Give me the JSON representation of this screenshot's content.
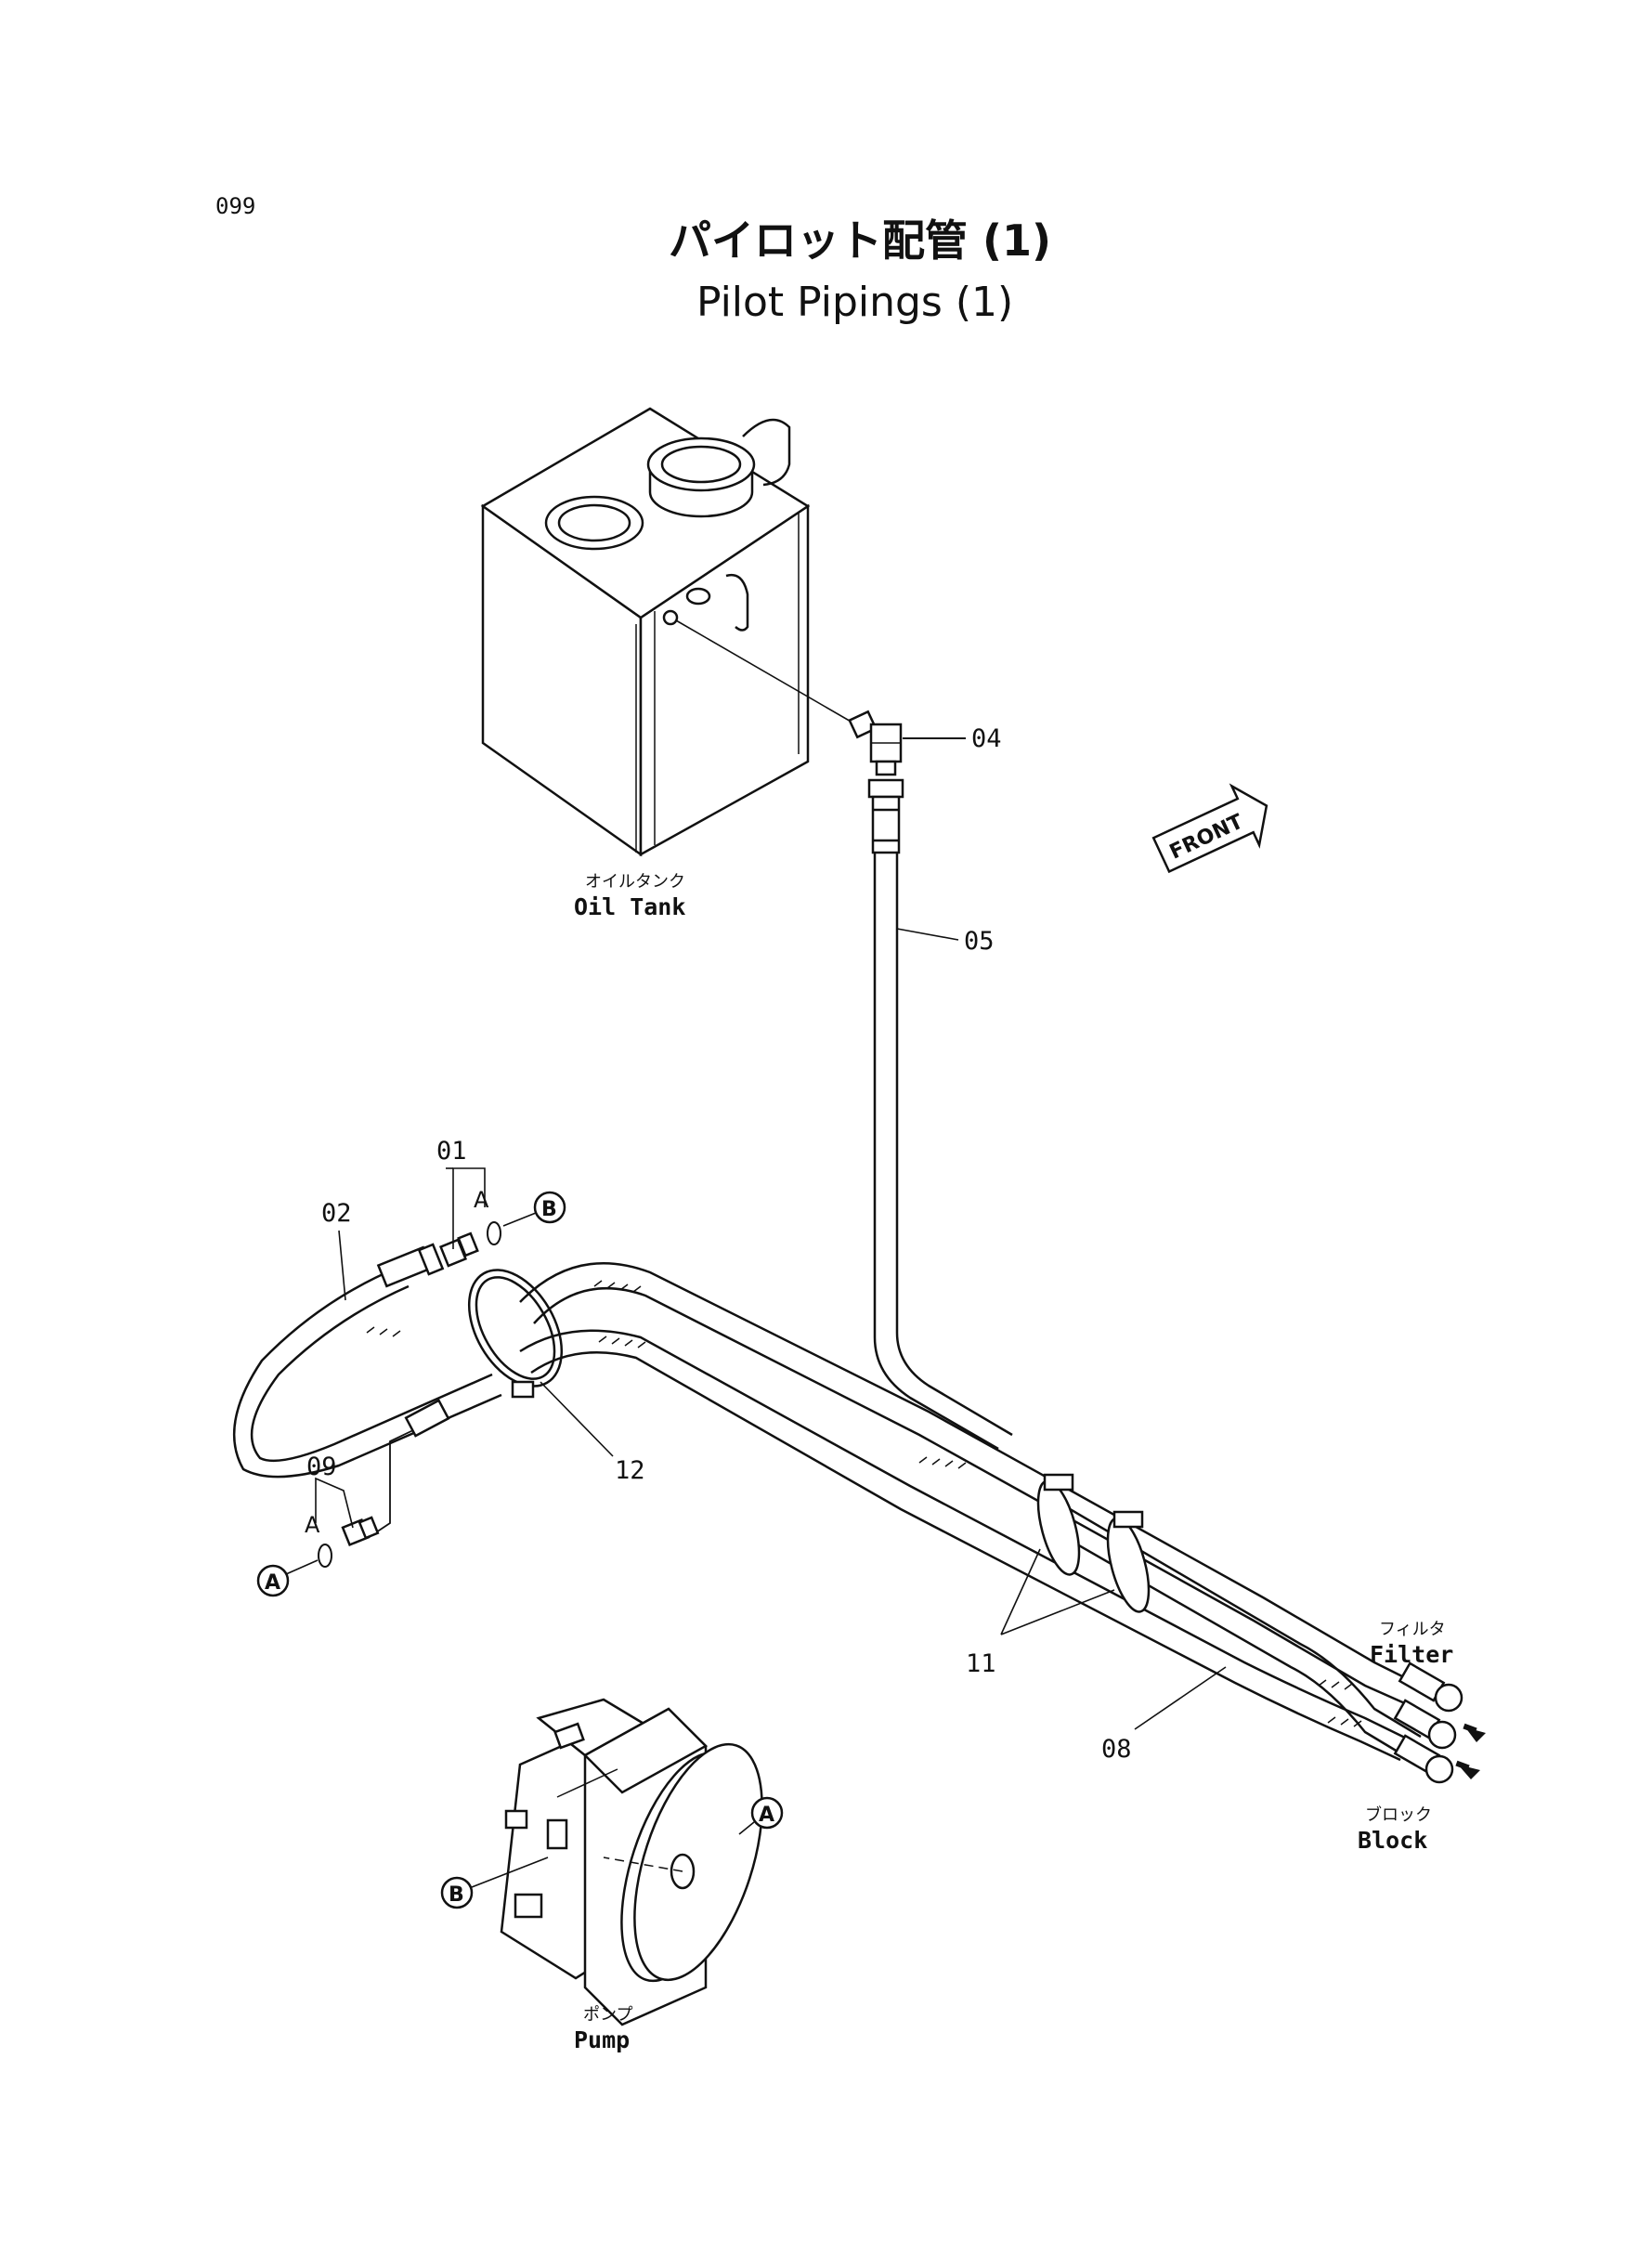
{
  "page": {
    "number": "099",
    "title_ja": "パイロット配管 (1)",
    "title_en": "Pilot Pipings (1)"
  },
  "parts": {
    "p01": "01",
    "p02": "02",
    "p04": "04",
    "p05": "05",
    "p08": "08",
    "p09": "09",
    "p11": "11",
    "p12": "12"
  },
  "components": {
    "oil_tank_ja": "オイルタンク",
    "oil_tank_en": "Oil Tank",
    "filter_ja": "フィルタ",
    "filter_en": "Filter",
    "block_ja": "ブロック",
    "block_en": "Block",
    "pump_ja": "ポンプ",
    "pump_en": "Pump",
    "front": "FRONT"
  },
  "ports": {
    "a": "A",
    "b": "B"
  }
}
